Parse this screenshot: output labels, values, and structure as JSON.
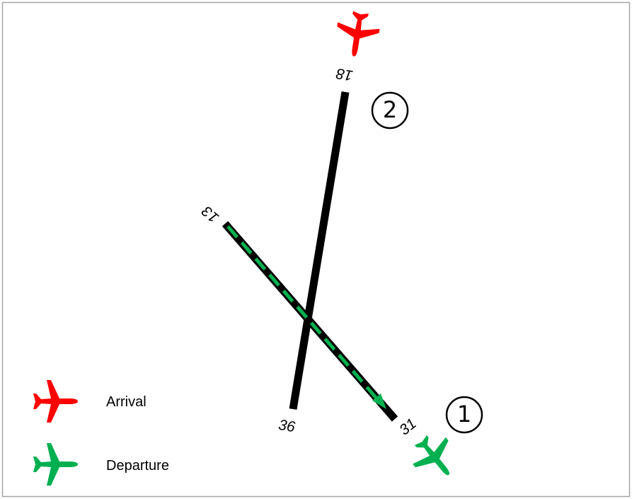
{
  "diagram": {
    "runways": [
      {
        "end_a": "18",
        "end_b": "36"
      },
      {
        "end_a": "13",
        "end_b": "31"
      }
    ],
    "markers": [
      {
        "label": "1"
      },
      {
        "label": "2"
      }
    ],
    "legend": [
      {
        "label": "Arrival",
        "icon": "airplane-icon",
        "color": "#ff0000"
      },
      {
        "label": "Departure",
        "icon": "airplane-icon",
        "color": "#00b050"
      }
    ],
    "colors": {
      "runway": "#000000",
      "departure_path": "#00b050",
      "arrival": "#ff0000",
      "departure": "#00b050",
      "border": "#a6a6a6"
    }
  }
}
